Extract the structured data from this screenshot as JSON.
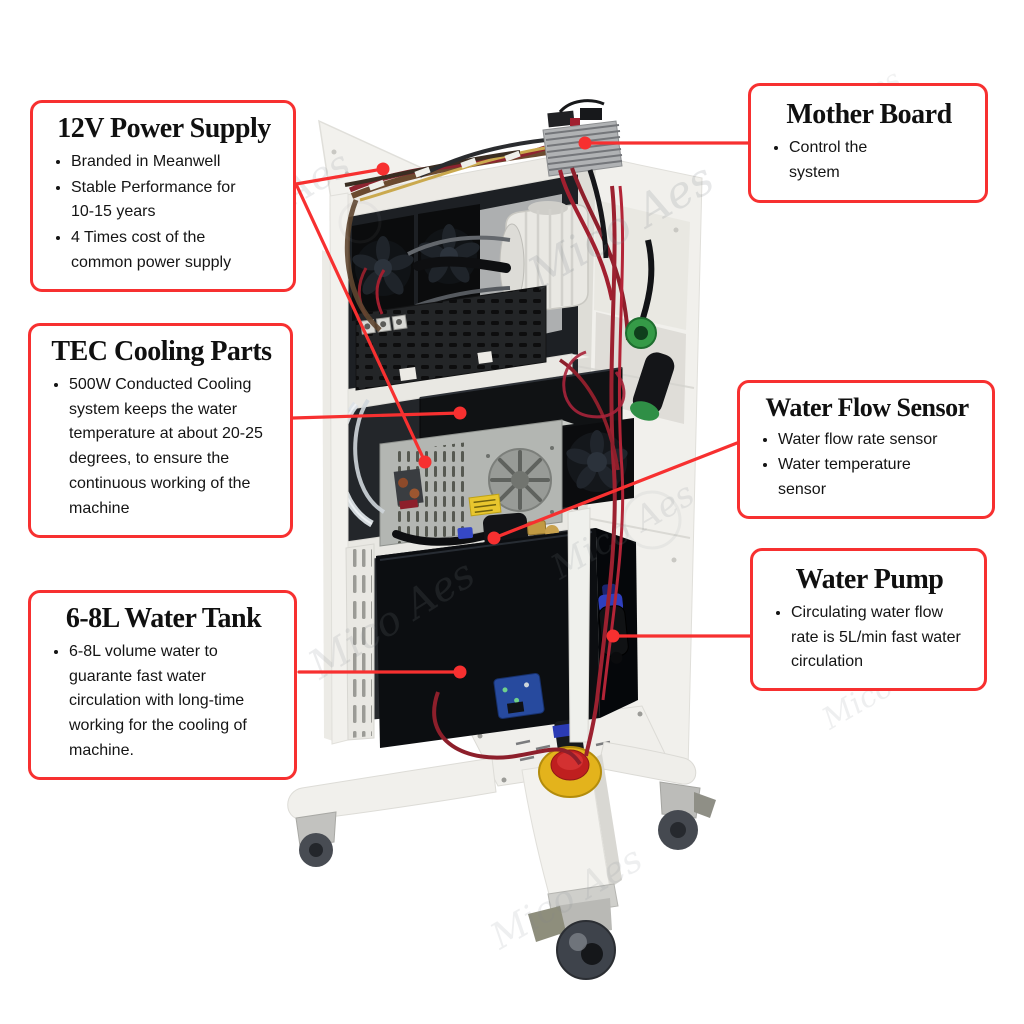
{
  "colors": {
    "accent_red": "#F73030"
  },
  "watermark": {
    "text": "Mico Aes"
  },
  "callouts": [
    {
      "id": "power-supply",
      "title": "12V Power Supply",
      "bullets": [
        "Branded in Meanwell",
        "Stable Performance for 10-15 years",
        "4 Times cost of the common power supply"
      ]
    },
    {
      "id": "tec-cooling",
      "title": "TEC Cooling Parts",
      "bullets": [
        "500W Conducted Cooling system keeps the water temperature at about 20-25 degrees, to ensure the continuous working of the machine"
      ]
    },
    {
      "id": "water-tank",
      "title": "6-8L Water Tank",
      "bullets": [
        "6-8L volume water to guarante fast water circulation with long-time working for the cooling of machine."
      ]
    },
    {
      "id": "mother-board",
      "title": "Mother Board",
      "bullets": [
        "Control the system"
      ]
    },
    {
      "id": "water-flow-sensor",
      "title": "Water Flow Sensor",
      "bullets": [
        "Water flow rate sensor",
        "Water temperature sensor"
      ]
    },
    {
      "id": "water-pump",
      "title": "Water Pump",
      "bullets": [
        "Circulating water flow rate is 5L/min fast water circulation"
      ]
    }
  ]
}
